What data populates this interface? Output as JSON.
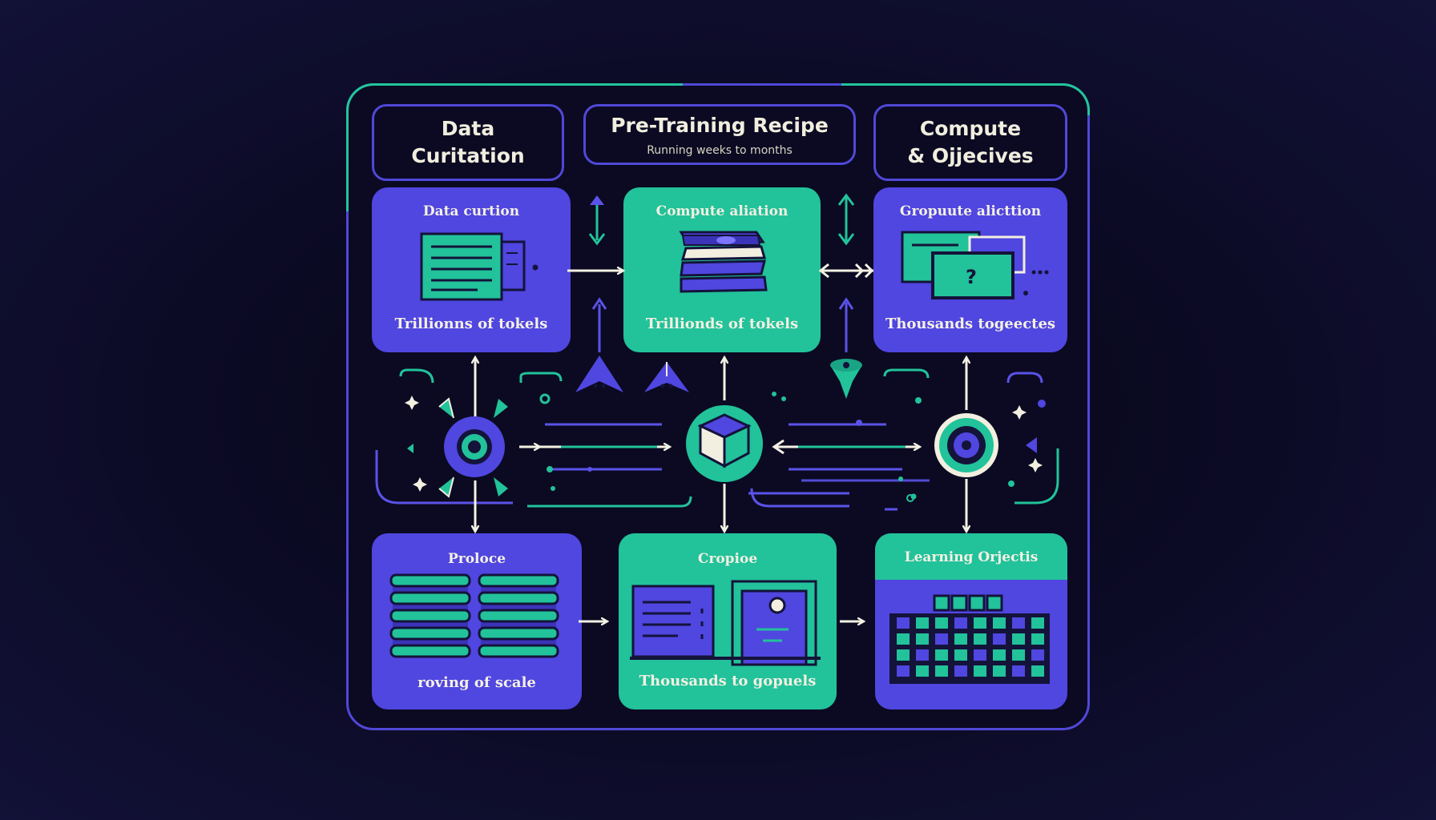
{
  "headers": [
    {
      "title_line1": "Data",
      "title_line2": "Curitation",
      "subtitle": ""
    },
    {
      "title_line1": "Pre-Training Recipe",
      "title_line2": "",
      "subtitle": "Running weeks to months"
    },
    {
      "title_line1": "Compute",
      "title_line2": "& Ojjecives",
      "subtitle": ""
    }
  ],
  "cards_top": [
    {
      "title": "Data curtion",
      "caption": "Trillionns of tokels"
    },
    {
      "title": "Compute aliation",
      "caption": "Trillionds of tokels"
    },
    {
      "title": "Gropuute alicttion",
      "caption": "Thousands togeectes"
    }
  ],
  "cards_bottom": [
    {
      "title": "Proloce",
      "caption": "roving of scale"
    },
    {
      "title": "Cropioe",
      "caption": "Thousands to gopuels"
    },
    {
      "title": "Learning Orjectis",
      "caption": ""
    }
  ],
  "colors": {
    "background": "#0e0d2a",
    "frame": "#5048d8",
    "accent_green": "#22c29a",
    "accent_purple": "#5046e0",
    "ink": "#f4f1e3"
  },
  "icons": {
    "card_data": "document-stack-icon",
    "card_compute": "book-stack-icon",
    "card_objectives": "monitor-question-icon",
    "hub_left": "target-ring-icon",
    "hub_center": "cube-icon",
    "hub_right": "eye-ring-icon",
    "card_proloce": "server-rack-icon",
    "card_cropioe": "screen-panel-icon",
    "card_learning": "grid-matrix-icon"
  }
}
